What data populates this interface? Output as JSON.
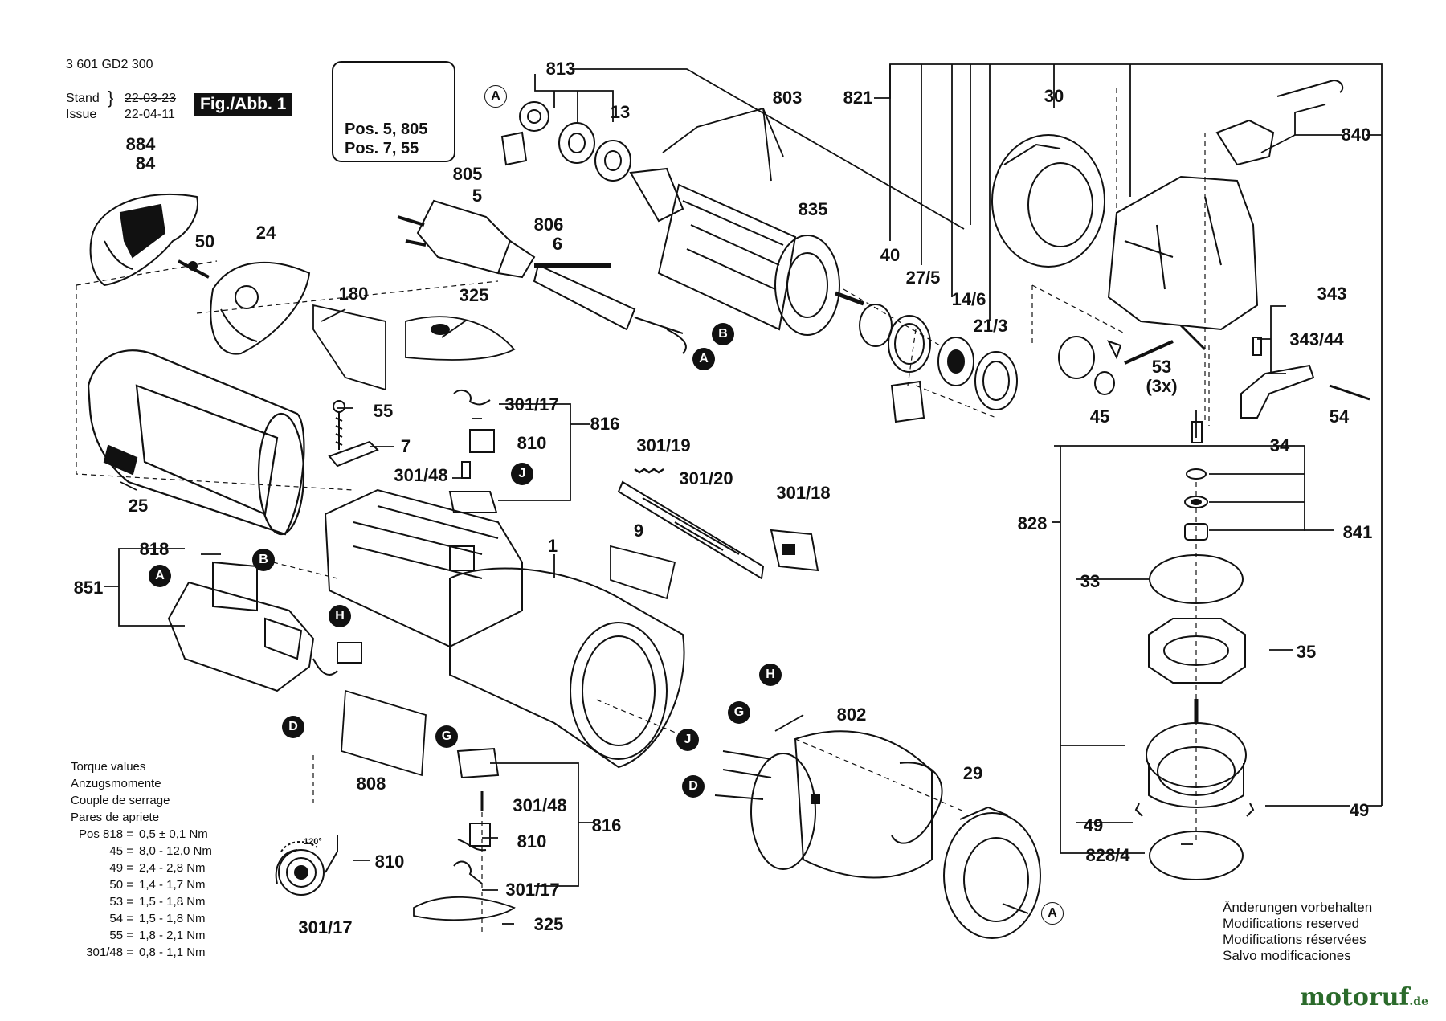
{
  "header": {
    "code": "3 601 GD2 300",
    "stand_label": "Stand",
    "issue_label": "Issue",
    "date_old": "22-03-23",
    "date_new": "22-04-11",
    "fig_label": "Fig./Abb. 1"
  },
  "warning": {
    "line1": "Pos. 5, 805",
    "line2": "Pos. 7, 55",
    "icons": [
      "warning-triangle-icon",
      "read-manual-icon"
    ]
  },
  "parts": {
    "p813": "813",
    "p803": "803",
    "p821": "821",
    "p30": "30",
    "p840": "840",
    "p13": "13",
    "p884": "884",
    "p84": "84",
    "p805": "805",
    "p5": "5",
    "p806": "806",
    "p6": "6",
    "p835": "835",
    "p40": "40",
    "p27_5": "27/5",
    "p14_6": "14/6",
    "p21_3": "21/3",
    "p50": "50",
    "p24": "24",
    "p180": "180",
    "p325a": "325",
    "p343": "343",
    "p343_44": "343/44",
    "p53": "53",
    "p3x": "(3x)",
    "p45": "45",
    "p54": "54",
    "p55": "55",
    "p301_17a": "301/17",
    "p816a": "816",
    "p7": "7",
    "p810a": "810",
    "p301_48a": "301/48",
    "p301_19": "301/19",
    "p301_20": "301/20",
    "p301_18": "301/18",
    "p25": "25",
    "p34": "34",
    "p828": "828",
    "p841": "841",
    "p818": "818",
    "p9": "9",
    "p1": "1",
    "p851": "851",
    "p33": "33",
    "p35": "35",
    "p802": "802",
    "p808": "808",
    "p301_48b": "301/48",
    "p816b": "816",
    "p810b": "810",
    "p29": "29",
    "p49a": "49",
    "p49b": "49",
    "p828_4": "828/4",
    "p810c": "810",
    "p301_17b": "301/17",
    "p301_17c": "301/17",
    "p325b": "325",
    "p120": "120°"
  },
  "connectors": {
    "A": "A",
    "B": "B",
    "D": "D",
    "G": "G",
    "H": "H",
    "J": "J"
  },
  "torque": {
    "titles": [
      "Torque values",
      "Anzugsmomente",
      "Couple de serrage",
      "Pares de apriete"
    ],
    "rows": [
      {
        "pos": "Pos 818 =",
        "val": "0,5 ± 0,1 Nm"
      },
      {
        "pos": "45 =",
        "val": "8,0 - 12,0 Nm"
      },
      {
        "pos": "49 =",
        "val": "2,4 - 2,8 Nm"
      },
      {
        "pos": "50 =",
        "val": "1,4 - 1,7 Nm"
      },
      {
        "pos": "53 =",
        "val": "1,5 - 1,8 Nm"
      },
      {
        "pos": "54 =",
        "val": "1,5 - 1,8 Nm"
      },
      {
        "pos": "55 =",
        "val": "1,8 - 2,1 Nm"
      },
      {
        "pos": "301/48 =",
        "val": "0,8 - 1,1 Nm"
      }
    ]
  },
  "footer": {
    "lines": [
      "Änderungen vorbehalten",
      "Modifications reserved",
      "Modifications réservées",
      "Salvo modificaciones"
    ],
    "logo": "motoruf",
    "logo_suffix": ".de"
  }
}
